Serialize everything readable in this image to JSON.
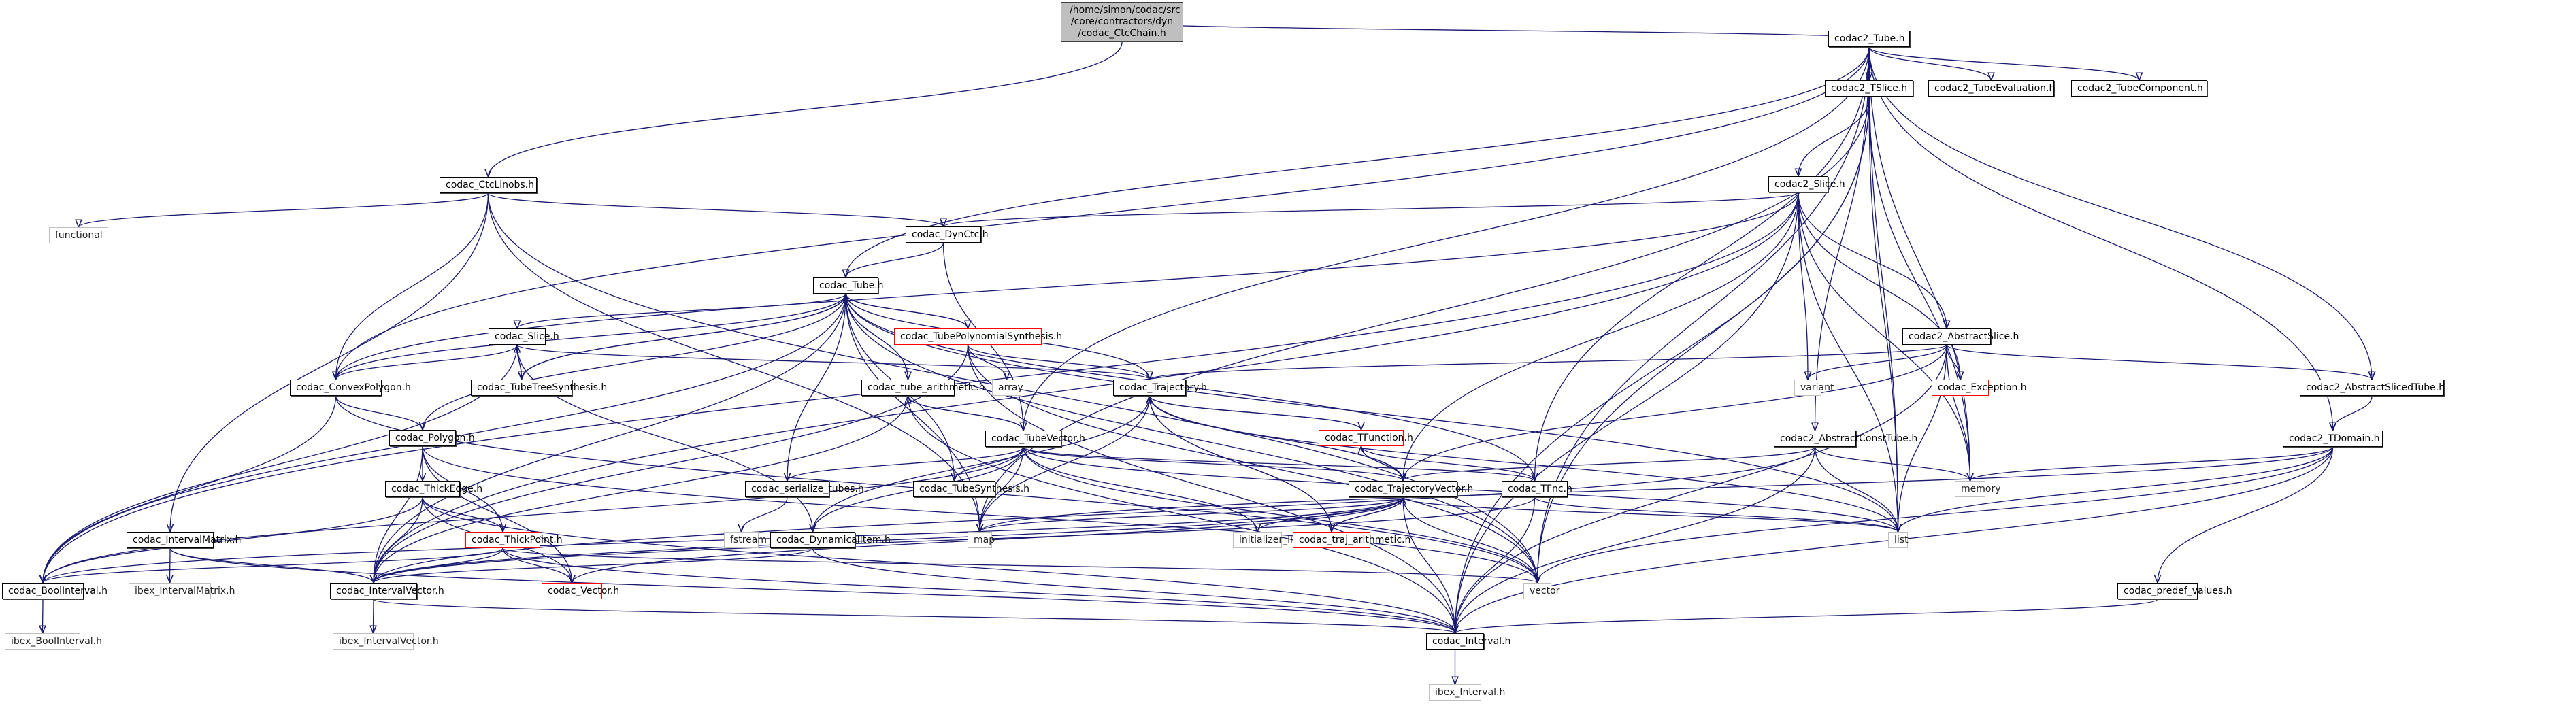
{
  "root": {
    "label": "/home/simon/codac/src\n/core/contractors/dyn\n/codac_CtcChain.h"
  },
  "nodes": [
    {
      "id": "codac2_Tube",
      "label": "codac2_Tube.h",
      "kind": "normal"
    },
    {
      "id": "codac2_TSlice",
      "label": "codac2_TSlice.h",
      "kind": "normal"
    },
    {
      "id": "codac2_TubeEvaluation",
      "label": "codac2_TubeEvaluation.h",
      "kind": "normal"
    },
    {
      "id": "codac2_TubeComponent",
      "label": "codac2_TubeComponent.h",
      "kind": "normal"
    },
    {
      "id": "codac_CtcLinobs",
      "label": "codac_CtcLinobs.h",
      "kind": "normal"
    },
    {
      "id": "functional",
      "label": "functional",
      "kind": "external"
    },
    {
      "id": "codac2_Slice",
      "label": "codac2_Slice.h",
      "kind": "normal"
    },
    {
      "id": "codac_DynCtc",
      "label": "codac_DynCtc.h",
      "kind": "normal"
    },
    {
      "id": "codac_Tube",
      "label": "codac_Tube.h",
      "kind": "normal"
    },
    {
      "id": "codac_Slice",
      "label": "codac_Slice.h",
      "kind": "normal"
    },
    {
      "id": "codac_TubePolynomialSynthesis",
      "label": "codac_TubePolynomialSynthesis.h",
      "kind": "missing"
    },
    {
      "id": "codac2_AbstractSlice",
      "label": "codac2_AbstractSlice.h",
      "kind": "normal"
    },
    {
      "id": "array",
      "label": "array",
      "kind": "external"
    },
    {
      "id": "codac_ConvexPolygon",
      "label": "codac_ConvexPolygon.h",
      "kind": "normal"
    },
    {
      "id": "codac_TubeTreeSynthesis",
      "label": "codac_TubeTreeSynthesis.h",
      "kind": "normal"
    },
    {
      "id": "codac_tube_arithmetic",
      "label": "codac_tube_arithmetic.h",
      "kind": "normal"
    },
    {
      "id": "codac_Trajectory",
      "label": "codac_Trajectory.h",
      "kind": "normal"
    },
    {
      "id": "variant",
      "label": "variant",
      "kind": "external"
    },
    {
      "id": "codac_Exception",
      "label": "codac_Exception.h",
      "kind": "missing"
    },
    {
      "id": "codac2_AbstractSlicedTube",
      "label": "codac2_AbstractSlicedTube.h",
      "kind": "normal"
    },
    {
      "id": "codac_Polygon",
      "label": "codac_Polygon.h",
      "kind": "normal"
    },
    {
      "id": "codac_TubeVector",
      "label": "codac_TubeVector.h",
      "kind": "normal"
    },
    {
      "id": "codac_TFunction",
      "label": "codac_TFunction.h",
      "kind": "missing"
    },
    {
      "id": "codac2_AbstractConstTube",
      "label": "codac2_AbstractConstTube.h",
      "kind": "normal"
    },
    {
      "id": "codac2_TDomain",
      "label": "codac2_TDomain.h",
      "kind": "normal"
    },
    {
      "id": "codac_ThickEdge",
      "label": "codac_ThickEdge.h",
      "kind": "normal"
    },
    {
      "id": "codac_serialize_tubes",
      "label": "codac_serialize_tubes.h",
      "kind": "normal"
    },
    {
      "id": "codac_TubeSynthesis",
      "label": "codac_TubeSynthesis.h",
      "kind": "normal"
    },
    {
      "id": "codac_TrajectoryVector",
      "label": "codac_TrajectoryVector.h",
      "kind": "normal"
    },
    {
      "id": "codac_TFnc",
      "label": "codac_TFnc.h",
      "kind": "normal"
    },
    {
      "id": "memory",
      "label": "memory",
      "kind": "external"
    },
    {
      "id": "codac_IntervalMatrix",
      "label": "codac_IntervalMatrix.h",
      "kind": "normal"
    },
    {
      "id": "codac_ThickPoint",
      "label": "codac_ThickPoint.h",
      "kind": "missing"
    },
    {
      "id": "fstream",
      "label": "fstream",
      "kind": "external"
    },
    {
      "id": "codac_DynamicalItem",
      "label": "codac_DynamicalItem.h",
      "kind": "normal"
    },
    {
      "id": "map",
      "label": "map",
      "kind": "external"
    },
    {
      "id": "initializer_list",
      "label": "initializer_list",
      "kind": "external"
    },
    {
      "id": "codac_traj_arithmetic",
      "label": "codac_traj_arithmetic.h",
      "kind": "missing"
    },
    {
      "id": "list",
      "label": "list",
      "kind": "external"
    },
    {
      "id": "codac_BoolInterval",
      "label": "codac_BoolInterval.h",
      "kind": "normal"
    },
    {
      "id": "ibex_IntervalMatrix",
      "label": "ibex_IntervalMatrix.h",
      "kind": "external"
    },
    {
      "id": "codac_IntervalVector",
      "label": "codac_IntervalVector.h",
      "kind": "normal"
    },
    {
      "id": "codac_Vector",
      "label": "codac_Vector.h",
      "kind": "missing"
    },
    {
      "id": "vector",
      "label": "vector",
      "kind": "external"
    },
    {
      "id": "codac_predef_values",
      "label": "codac_predef_values.h",
      "kind": "normal"
    },
    {
      "id": "ibex_BoolInterval",
      "label": "ibex_BoolInterval.h",
      "kind": "external"
    },
    {
      "id": "ibex_IntervalVector",
      "label": "ibex_IntervalVector.h",
      "kind": "external"
    },
    {
      "id": "codac_Interval",
      "label": "codac_Interval.h",
      "kind": "normal"
    },
    {
      "id": "ibex_Interval",
      "label": "ibex_Interval.h",
      "kind": "external"
    }
  ],
  "edges": [
    [
      "root",
      "codac2_Tube"
    ],
    [
      "root",
      "codac_CtcLinobs"
    ],
    [
      "codac2_Tube",
      "codac2_TSlice"
    ],
    [
      "codac2_Tube",
      "codac2_TubeEvaluation"
    ],
    [
      "codac2_Tube",
      "codac2_TubeComponent"
    ],
    [
      "codac2_Tube",
      "codac2_AbstractSlicedTube"
    ],
    [
      "codac2_Tube",
      "codac2_AbstractConstTube"
    ],
    [
      "codac2_Tube",
      "codac2_TDomain"
    ],
    [
      "codac2_Tube",
      "codac_Tube"
    ],
    [
      "codac2_Tube",
      "codac_TubeVector"
    ],
    [
      "codac2_Tube",
      "codac_ConvexPolygon"
    ],
    [
      "codac2_Tube",
      "codac_TFnc"
    ],
    [
      "codac2_Tube",
      "memory"
    ],
    [
      "codac2_Tube",
      "list"
    ],
    [
      "codac2_Tube",
      "vector"
    ],
    [
      "codac2_TSlice",
      "codac2_Slice"
    ],
    [
      "codac2_TSlice",
      "codac_Interval"
    ],
    [
      "codac2_TSlice",
      "memory"
    ],
    [
      "codac2_TSlice",
      "list"
    ],
    [
      "codac2_TSlice",
      "vector"
    ],
    [
      "codac2_TSlice",
      "map"
    ],
    [
      "codac_CtcLinobs",
      "functional"
    ],
    [
      "codac_CtcLinobs",
      "codac_DynCtc"
    ],
    [
      "codac_CtcLinobs",
      "codac_ConvexPolygon"
    ],
    [
      "codac_CtcLinobs",
      "codac_IntervalMatrix"
    ],
    [
      "codac_CtcLinobs",
      "map"
    ],
    [
      "codac_CtcLinobs",
      "vector"
    ],
    [
      "codac2_Slice",
      "codac2_AbstractSlice"
    ],
    [
      "codac2_Slice",
      "codac_DynCtc"
    ],
    [
      "codac2_Slice",
      "variant"
    ],
    [
      "codac2_Slice",
      "codac_Exception"
    ],
    [
      "codac2_Slice",
      "codac_ConvexPolygon"
    ],
    [
      "codac2_Slice",
      "codac_BoolInterval"
    ],
    [
      "codac2_Slice",
      "codac_TrajectoryVector"
    ],
    [
      "codac2_Slice",
      "memory"
    ],
    [
      "codac2_Slice",
      "list"
    ],
    [
      "codac2_Slice",
      "codac_Interval"
    ],
    [
      "codac2_Slice",
      "codac_IntervalVector"
    ],
    [
      "codac_DynCtc",
      "codac_Tube"
    ],
    [
      "codac_DynCtc",
      "codac_TubeVector"
    ],
    [
      "codac_Tube",
      "codac_Slice"
    ],
    [
      "codac_Tube",
      "codac_TubePolynomialSynthesis"
    ],
    [
      "codac_Tube",
      "codac_tube_arithmetic"
    ],
    [
      "codac_Tube",
      "codac_Trajectory"
    ],
    [
      "codac_Tube",
      "codac_TubeTreeSynthesis"
    ],
    [
      "codac_Tube",
      "codac_ConvexPolygon"
    ],
    [
      "codac_Tube",
      "codac_Polygon"
    ],
    [
      "codac_Tube",
      "codac_serialize_tubes"
    ],
    [
      "codac_Tube",
      "codac_TubeSynthesis"
    ],
    [
      "codac_Tube",
      "codac_BoolInterval"
    ],
    [
      "codac_Tube",
      "codac_IntervalVector"
    ],
    [
      "codac_Tube",
      "map"
    ],
    [
      "codac_Tube",
      "list"
    ],
    [
      "codac_Tube",
      "vector"
    ],
    [
      "codac_Tube",
      "codac_TFnc"
    ],
    [
      "codac_Slice",
      "codac_TubeTreeSynthesis"
    ],
    [
      "codac_Slice",
      "codac_ConvexPolygon"
    ],
    [
      "codac_Slice",
      "codac_Trajectory"
    ],
    [
      "codac_Slice",
      "codac_BoolInterval"
    ],
    [
      "codac_Slice",
      "codac_DynamicalItem"
    ],
    [
      "codac_TubeTreeSynthesis",
      "codac_Slice"
    ],
    [
      "codac_TubeTreeSynthesis",
      "codac_Tube"
    ],
    [
      "codac_TubePolynomialSynthesis",
      "codac_Tube"
    ],
    [
      "codac_TubePolynomialSynthesis",
      "array"
    ],
    [
      "codac_TubePolynomialSynthesis",
      "codac_Trajectory"
    ],
    [
      "codac_TubePolynomialSynthesis",
      "codac_Interval"
    ],
    [
      "codac_TubePolynomialSynthesis",
      "vector"
    ],
    [
      "codac_TubePolynomialSynthesis",
      "codac_IntervalVector"
    ],
    [
      "codac2_AbstractSlice",
      "variant"
    ],
    [
      "codac2_AbstractSlice",
      "codac_Exception"
    ],
    [
      "codac2_AbstractSlice",
      "codac2_AbstractSlicedTube"
    ],
    [
      "codac2_AbstractSlice",
      "memory"
    ],
    [
      "codac2_AbstractSlice",
      "list"
    ],
    [
      "codac2_AbstractSlice",
      "codac_Trajectory"
    ],
    [
      "codac2_AbstractSlice",
      "codac_TrajectoryVector"
    ],
    [
      "codac2_AbstractSlice",
      "codac_Interval"
    ],
    [
      "codac2_AbstractSlicedTube",
      "codac2_TDomain"
    ],
    [
      "codac_ConvexPolygon",
      "codac_Polygon"
    ],
    [
      "codac_ConvexPolygon",
      "codac_BoolInterval"
    ],
    [
      "codac_ConvexPolygon",
      "vector"
    ],
    [
      "codac_tube_arithmetic",
      "codac_Tube"
    ],
    [
      "codac_tube_arithmetic",
      "codac_TubeVector"
    ],
    [
      "codac_tube_arithmetic",
      "codac_IntervalVector"
    ],
    [
      "codac_tube_arithmetic",
      "codac_Interval"
    ],
    [
      "codac_Trajectory",
      "codac_TFunction"
    ],
    [
      "codac_Trajectory",
      "codac_TrajectoryVector"
    ],
    [
      "codac_Trajectory",
      "codac_traj_arithmetic"
    ],
    [
      "codac_Trajectory",
      "codac_DynamicalItem"
    ],
    [
      "codac_Trajectory",
      "map"
    ],
    [
      "codac_Trajectory",
      "list"
    ],
    [
      "codac_Polygon",
      "codac_ThickEdge"
    ],
    [
      "codac_Polygon",
      "codac_ThickPoint"
    ],
    [
      "codac_Polygon",
      "codac_IntervalVector"
    ],
    [
      "codac_Polygon",
      "codac_Vector"
    ],
    [
      "codac_Polygon",
      "vector"
    ],
    [
      "codac_TubeVector",
      "codac_tube_arithmetic"
    ],
    [
      "codac_TubeVector",
      "codac_serialize_tubes"
    ],
    [
      "codac_TubeVector",
      "codac_TubeSynthesis"
    ],
    [
      "codac_TubeVector",
      "codac_TrajectoryVector"
    ],
    [
      "codac_TubeVector",
      "codac_TFnc"
    ],
    [
      "codac_TubeVector",
      "codac_DynamicalItem"
    ],
    [
      "codac_TubeVector",
      "map"
    ],
    [
      "codac_TubeVector",
      "initializer_list"
    ],
    [
      "codac_TubeVector",
      "list"
    ],
    [
      "codac_TubeVector",
      "vector"
    ],
    [
      "codac_TubeVector",
      "codac_BoolInterval"
    ],
    [
      "codac_TFunction",
      "codac_Trajectory"
    ],
    [
      "codac_TFunction",
      "codac_TrajectoryVector"
    ],
    [
      "codac_TFunction",
      "codac_TFnc"
    ],
    [
      "codac2_AbstractConstTube",
      "memory"
    ],
    [
      "codac2_AbstractConstTube",
      "list"
    ],
    [
      "codac2_AbstractConstTube",
      "codac_TrajectoryVector"
    ],
    [
      "codac2_AbstractConstTube",
      "codac_Interval"
    ],
    [
      "codac2_AbstractConstTube",
      "codac_IntervalVector"
    ],
    [
      "codac2_TDomain",
      "memory"
    ],
    [
      "codac2_TDomain",
      "list"
    ],
    [
      "codac2_TDomain",
      "map"
    ],
    [
      "codac2_TDomain",
      "vector"
    ],
    [
      "codac2_TDomain",
      "codac_predef_values"
    ],
    [
      "codac2_TDomain",
      "codac_Interval"
    ],
    [
      "codac_ThickEdge",
      "codac_ThickPoint"
    ],
    [
      "codac_ThickEdge",
      "codac_IntervalVector"
    ],
    [
      "codac_ThickEdge",
      "codac_Vector"
    ],
    [
      "codac_ThickEdge",
      "codac_BoolInterval"
    ],
    [
      "codac_ThickEdge",
      "codac_Interval"
    ],
    [
      "codac_serialize_tubes",
      "fstream"
    ],
    [
      "codac_TrajectoryVector",
      "codac_Trajectory"
    ],
    [
      "codac_TrajectoryVector",
      "codac_TFunction"
    ],
    [
      "codac_TrajectoryVector",
      "codac_traj_arithmetic"
    ],
    [
      "codac_TrajectoryVector",
      "initializer_list"
    ],
    [
      "codac_TrajectoryVector",
      "map"
    ],
    [
      "codac_TrajectoryVector",
      "list"
    ],
    [
      "codac_TrajectoryVector",
      "vector"
    ],
    [
      "codac_TrajectoryVector",
      "codac_Interval"
    ],
    [
      "codac_TrajectoryVector",
      "codac_IntervalVector"
    ],
    [
      "codac_TrajectoryVector",
      "codac_BoolInterval"
    ],
    [
      "codac_TrajectoryVector",
      "codac_Vector"
    ],
    [
      "codac_TFnc",
      "codac_Interval"
    ],
    [
      "codac_TFnc",
      "codac_IntervalVector"
    ],
    [
      "codac_TFnc",
      "list"
    ],
    [
      "codac_IntervalMatrix",
      "ibex_IntervalMatrix"
    ],
    [
      "codac_IntervalMatrix",
      "codac_IntervalVector"
    ],
    [
      "codac_IntervalMatrix",
      "codac_Interval"
    ],
    [
      "codac_ThickPoint",
      "codac_IntervalVector"
    ],
    [
      "codac_ThickPoint",
      "codac_Vector"
    ],
    [
      "codac_ThickPoint",
      "codac_BoolInterval"
    ],
    [
      "codac_ThickPoint",
      "codac_Interval"
    ],
    [
      "codac_ThickPoint",
      "vector"
    ],
    [
      "codac_DynamicalItem",
      "codac_Interval"
    ],
    [
      "codac_DynamicalItem",
      "codac_IntervalVector"
    ],
    [
      "codac_traj_arithmetic",
      "codac_Trajectory"
    ],
    [
      "codac_traj_arithmetic",
      "codac_TrajectoryVector"
    ],
    [
      "codac_BoolInterval",
      "ibex_BoolInterval"
    ],
    [
      "codac_IntervalVector",
      "ibex_IntervalVector"
    ],
    [
      "codac_IntervalVector",
      "codac_Interval"
    ],
    [
      "codac_predef_values",
      "codac_Interval"
    ],
    [
      "codac_Interval",
      "ibex_Interval"
    ]
  ],
  "colors": {
    "edge": "#191970",
    "node_border": "#000000",
    "external_border": "#bfbfbf",
    "missing_border": "#ff0000",
    "root_fill": "#bfbfbf"
  }
}
